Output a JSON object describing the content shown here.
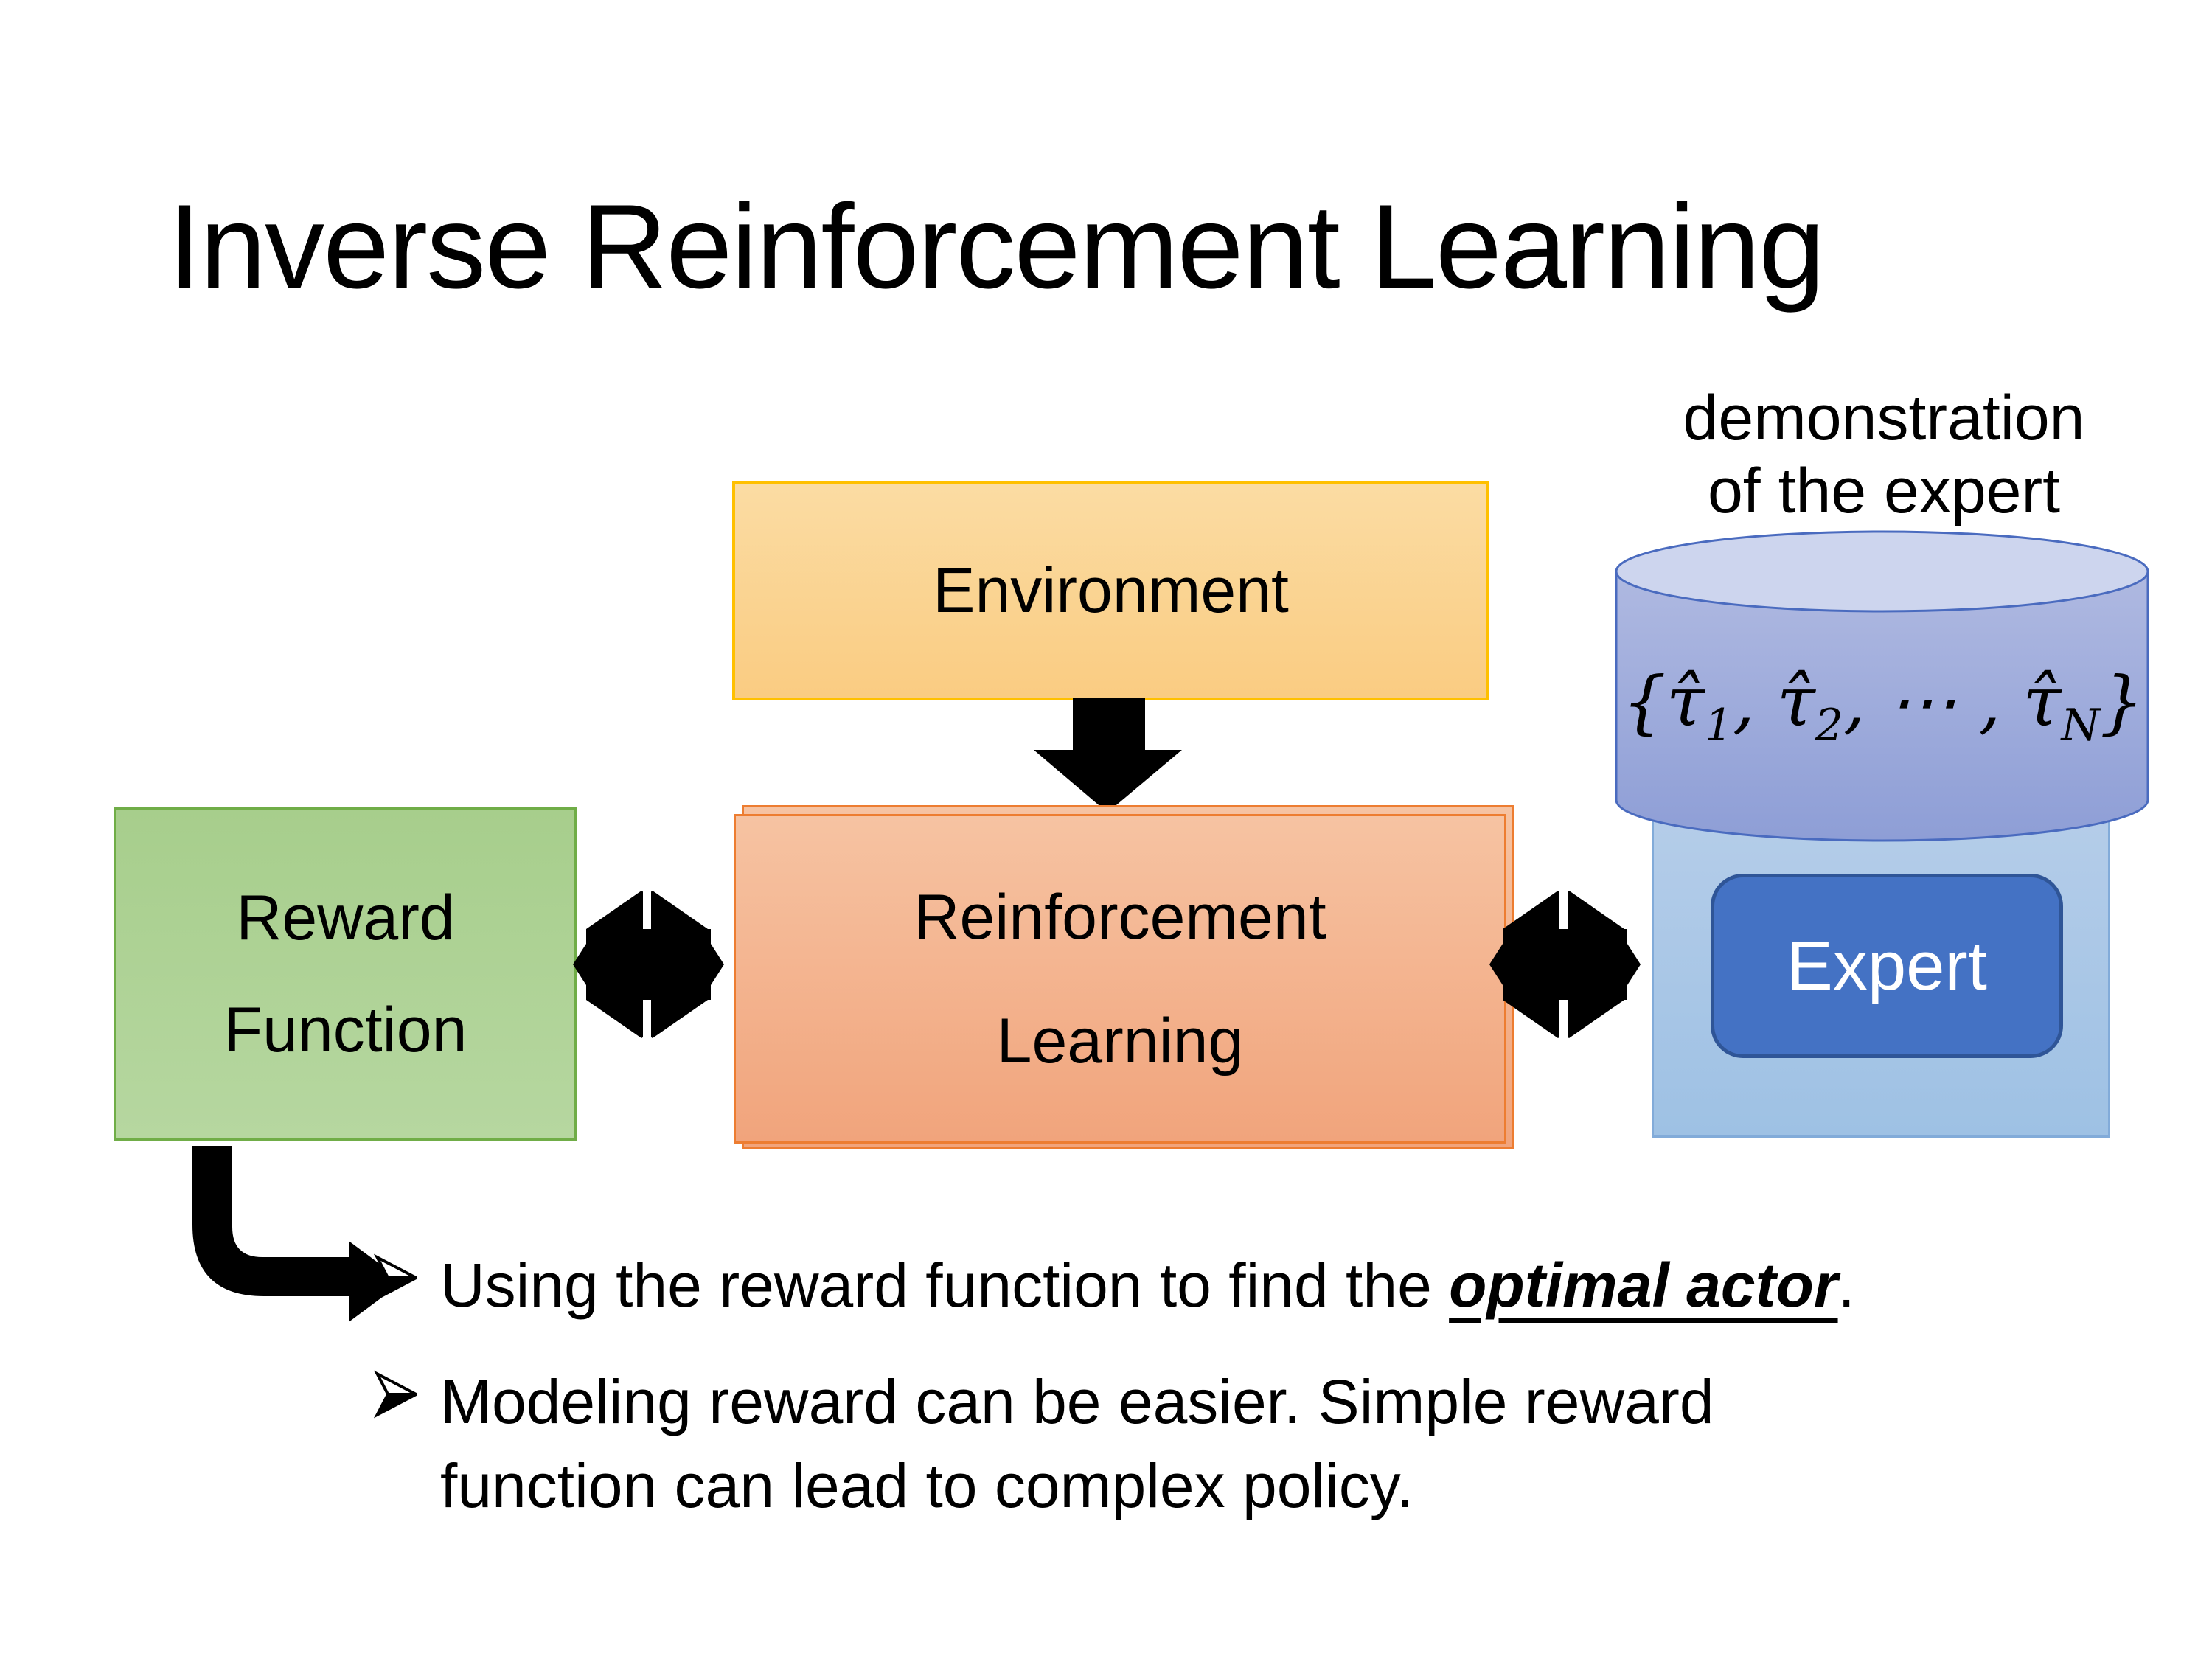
{
  "title": "Inverse Reinforcement Learning",
  "diagram": {
    "demonstration_label": {
      "line1": "demonstration",
      "line2": "of the expert"
    },
    "environment": {
      "label": "Environment"
    },
    "reward_function": {
      "line1": "Reward",
      "line2": "Function"
    },
    "reinforcement_learning": {
      "line1": "Reinforcement",
      "line2": "Learning"
    },
    "expert": {
      "label": "Expert"
    },
    "trajectory_formula": {
      "open": "{",
      "tau1": "τ̂",
      "sub1": "1",
      "sep1": ", ",
      "tau2": "τ̂",
      "sub2": "2",
      "sep2": ", ⋯ , ",
      "tau3": "τ̂",
      "subN": "N",
      "close": "}"
    },
    "icons": {
      "down_arrow": "down-arrow",
      "double_arrow_left": "double-headed-arrow",
      "double_arrow_right": "double-headed-arrow",
      "bent_arrow": "bent-elbow-arrow",
      "database_cylinder": "database-cylinder"
    }
  },
  "bullets": [
    {
      "marker": "➢",
      "segments": [
        {
          "text": "Using the reward function to find the "
        },
        {
          "text": "optimal actor",
          "bold": true,
          "italic": true,
          "underline": true
        },
        {
          "text": "."
        }
      ]
    },
    {
      "marker": "➢",
      "lines": [
        "Modeling reward can be easier. Simple reward",
        "function can lead to complex policy."
      ]
    }
  ],
  "colors": {
    "background": "#FFFFFF",
    "text": "#000000",
    "arrow": "#000000",
    "environment_fill_top": "#FBDCA3",
    "environment_fill_bottom": "#FACC82",
    "environment_border": "#FFC000",
    "rl_fill_top": "#F6C3A2",
    "rl_fill_bottom": "#F1A47C",
    "rl_border": "#ED7D31",
    "reward_fill_top": "#A7CE8C",
    "reward_fill_bottom": "#B6D7A0",
    "reward_border": "#70AD47",
    "expert_container_fill_top": "#B5CDE9",
    "expert_container_fill_bottom": "#9EC1E4",
    "expert_container_border": "#82ABD9",
    "expert_fill": "#4472C4",
    "expert_border": "#2F5597",
    "expert_text": "#FFFFFF",
    "cylinder_top_fill": "#CDD5EE",
    "cylinder_body_top": "#AFB9E1",
    "cylinder_body_bottom": "#8E9ED6",
    "cylinder_border": "#4A6BBF"
  }
}
